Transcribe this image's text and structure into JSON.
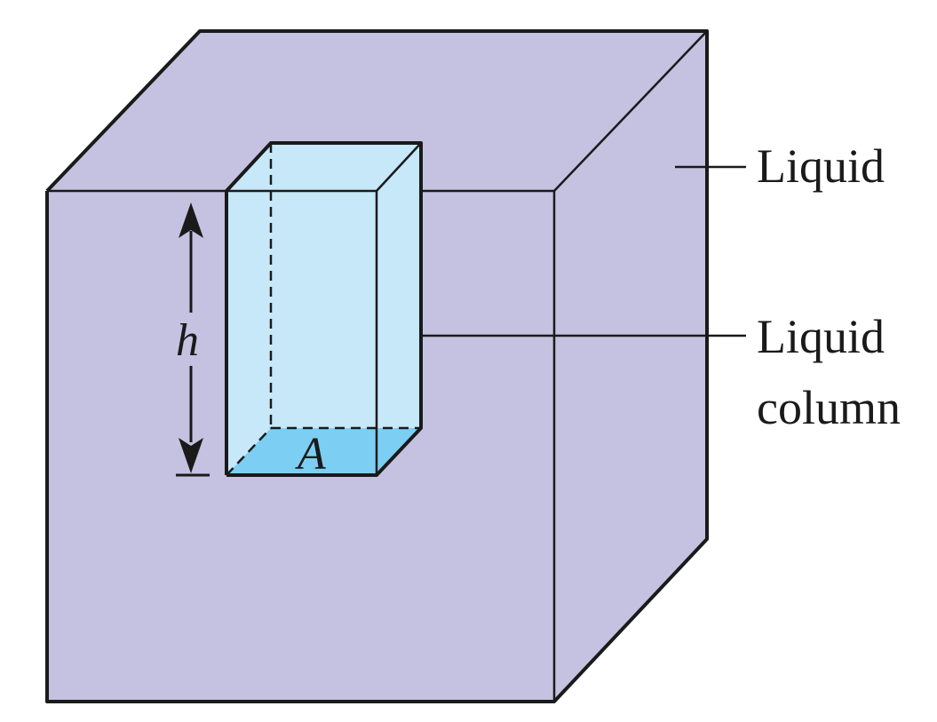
{
  "labels": {
    "liquid": "Liquid",
    "liquid_column_line1": "Liquid",
    "liquid_column_line2": "column",
    "height_symbol": "h",
    "area_symbol": "A"
  },
  "colors": {
    "liquid_fill": "#c5c1e0",
    "column_fill": "#c6e8f8",
    "base_fill": "#7ccff2",
    "stroke": "#1a1a1a"
  }
}
